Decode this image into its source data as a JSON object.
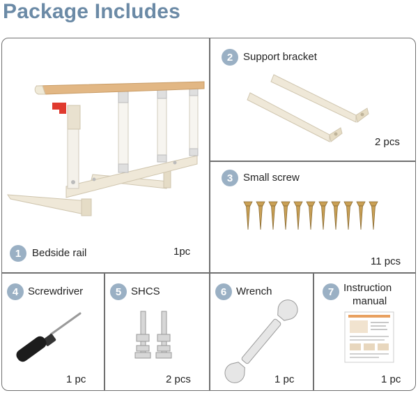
{
  "title": "Package Includes",
  "items": [
    {
      "number": "1",
      "name": "Bedside rail",
      "qty": "1pc"
    },
    {
      "number": "2",
      "name": "Support bracket",
      "qty": "2 pcs"
    },
    {
      "number": "3",
      "name": "Small screw",
      "qty": "11 pcs"
    },
    {
      "number": "4",
      "name": "Screwdriver",
      "qty": "1 pc"
    },
    {
      "number": "5",
      "name": "SHCS",
      "qty": "2 pcs"
    },
    {
      "number": "6",
      "name": "Wrench",
      "qty": "1 pc"
    },
    {
      "number": "7",
      "name_line1": "Instruction",
      "name_line2": "manual",
      "qty": "1 pc"
    }
  ],
  "colors": {
    "title": "#6b8aa6",
    "badge": "#9ab0c4",
    "border": "#6f6f6f",
    "wood": "#e2b784",
    "metal_cream": "#efe8d8",
    "brass": "#c9a055"
  }
}
